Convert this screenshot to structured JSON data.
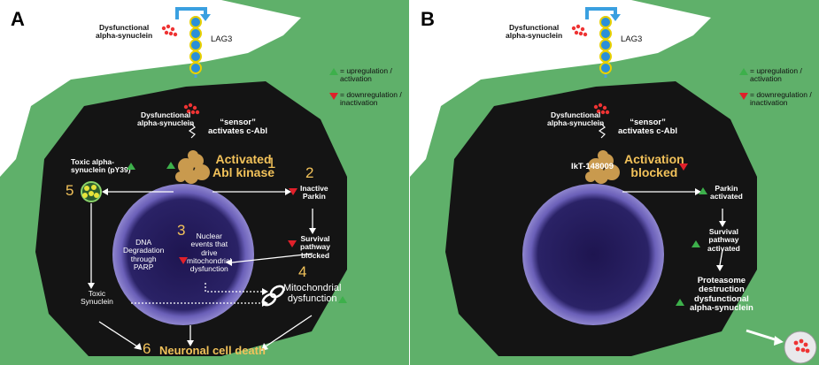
{
  "colors": {
    "cell": "#5fb06a",
    "cytoplasm": "#111",
    "nucleus": "#5c50a8",
    "up": "#3db04b",
    "down": "#e0202a",
    "highlight": "#f2c25a"
  },
  "panel_a": {
    "letter": "A",
    "dys_top": [
      "Dysfunctional",
      "alpha-synuclein"
    ],
    "receptor": "LAG3",
    "legend_up": [
      "= upregulation /",
      "activation"
    ],
    "legend_down": [
      "= downregulation /",
      "inactivation"
    ],
    "dys_inner": [
      "Dysfunctional",
      "alpha-synuclein"
    ],
    "sensor": [
      "“sensor”",
      "activates c-Abl"
    ],
    "activated": [
      "Activated",
      "Abl kinase"
    ],
    "n1": "1",
    "n2": "2",
    "n3": "3",
    "n4": "4",
    "n5": "5",
    "n6": "6",
    "toxic_alpha": [
      "Toxic alpha-",
      "synuclein (pY39)"
    ],
    "inactive_parkin": [
      "Inactive",
      "Parkin"
    ],
    "survival": [
      "Survival",
      "pathway",
      "blocked"
    ],
    "dna": [
      "DNA",
      "Degradation",
      "through",
      "PARP"
    ],
    "nuclear": [
      "Nuclear",
      "events that",
      "drive",
      "mitochondrial",
      "dysfunction"
    ],
    "mito": [
      "Mitochondrial",
      "dysfunction"
    ],
    "toxic_syn": [
      "Toxic",
      "Synuclein"
    ],
    "death": "Neuronal cell death"
  },
  "panel_b": {
    "letter": "B",
    "dys_top": [
      "Dysfunctional",
      "alpha-synuclein"
    ],
    "receptor": "LAG3",
    "legend_up": [
      "= upregulation /",
      "activation"
    ],
    "legend_down": [
      "= downregulation /",
      "inactivation"
    ],
    "dys_inner": [
      "Dysfunctional",
      "alpha-synuclein"
    ],
    "sensor": [
      "“sensor”",
      "activates c-Abl"
    ],
    "drug": "IkT-148009",
    "blocked": [
      "Activation",
      "blocked"
    ],
    "parkin": [
      "Parkin",
      "activated"
    ],
    "survival": [
      "Survival",
      "pathway",
      "activated"
    ],
    "proteasome": [
      "Proteasome",
      "destruction",
      "dysfunctional",
      "alpha-synuclein"
    ]
  }
}
